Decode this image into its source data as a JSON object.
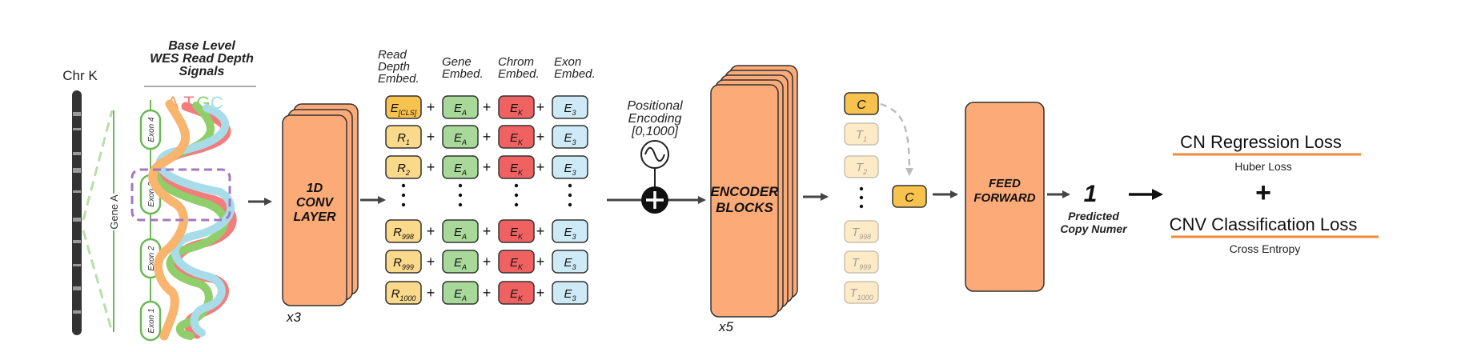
{
  "chromosome": {
    "label": "Chr K"
  },
  "gene": {
    "label": "Gene A"
  },
  "exons": [
    "Exon 4",
    "Exon 3",
    "Exon 2",
    "Exon 1"
  ],
  "wes_signals": {
    "title_lines": [
      "Base Level",
      "WES Read Depth",
      "Signals"
    ],
    "bases": [
      "A",
      "T",
      "G",
      "C"
    ],
    "base_colors": [
      "#f4a261",
      "#f47c7c",
      "#8fce6a",
      "#a8dce8"
    ]
  },
  "conv": {
    "label_lines": [
      "1D",
      "CONV",
      "LAYER"
    ],
    "repeat": "x3"
  },
  "embeddings": {
    "headers": [
      {
        "lines": [
          "Read",
          "Depth",
          "Embed."
        ]
      },
      {
        "lines": [
          "Gene",
          "Embed."
        ]
      },
      {
        "lines": [
          "Chrom",
          "Embed."
        ]
      },
      {
        "lines": [
          "Exon",
          "Embed."
        ]
      }
    ],
    "rows": [
      {
        "read": {
          "base": "E",
          "sub": "[CLS]"
        },
        "gene": {
          "base": "E",
          "sub": "A"
        },
        "chrom": {
          "base": "E",
          "sub": "K"
        },
        "exon": {
          "base": "E",
          "sub": "3"
        }
      },
      {
        "read": {
          "base": "R",
          "sub": "1"
        },
        "gene": {
          "base": "E",
          "sub": "A"
        },
        "chrom": {
          "base": "E",
          "sub": "K"
        },
        "exon": {
          "base": "E",
          "sub": "3"
        }
      },
      {
        "read": {
          "base": "R",
          "sub": "2"
        },
        "gene": {
          "base": "E",
          "sub": "A"
        },
        "chrom": {
          "base": "E",
          "sub": "K"
        },
        "exon": {
          "base": "E",
          "sub": "3"
        }
      },
      {
        "read": {
          "base": "R",
          "sub": "998"
        },
        "gene": {
          "base": "E",
          "sub": "A"
        },
        "chrom": {
          "base": "E",
          "sub": "K"
        },
        "exon": {
          "base": "E",
          "sub": "3"
        }
      },
      {
        "read": {
          "base": "R",
          "sub": "999"
        },
        "gene": {
          "base": "E",
          "sub": "A"
        },
        "chrom": {
          "base": "E",
          "sub": "K"
        },
        "exon": {
          "base": "E",
          "sub": "3"
        }
      },
      {
        "read": {
          "base": "R",
          "sub": "1000"
        },
        "gene": {
          "base": "E",
          "sub": "A"
        },
        "chrom": {
          "base": "E",
          "sub": "K"
        },
        "exon": {
          "base": "E",
          "sub": "3"
        }
      }
    ],
    "plus": "+"
  },
  "positional": {
    "label_lines": [
      "Positional",
      "Encoding",
      "[0,1000]"
    ]
  },
  "encoder": {
    "label_lines": [
      "ENCODER",
      "BLOCKS"
    ],
    "repeat": "x5"
  },
  "tokens": {
    "cls": "C",
    "outputs": [
      {
        "base": "T",
        "sub": "1"
      },
      {
        "base": "T",
        "sub": "2"
      },
      {
        "base": "T",
        "sub": "998"
      },
      {
        "base": "T",
        "sub": "999"
      },
      {
        "base": "T",
        "sub": "1000"
      }
    ],
    "selected": "C"
  },
  "ff": {
    "label_lines": [
      "FEED",
      "FORWARD"
    ]
  },
  "prediction": {
    "value": "1",
    "label_lines": [
      "Predicted",
      "Copy Numer"
    ]
  },
  "losses": {
    "regression": {
      "title": "CN Regression Loss",
      "sub": "Huber Loss"
    },
    "plus": "+",
    "classification": {
      "title": "CNV Classification Loss",
      "sub": "Cross Entropy"
    }
  },
  "colors": {
    "orange_block": "#fcab78",
    "yellow_token": "#fad98a",
    "cls_token": "#f8c24e",
    "gene_green": "#a8d89a",
    "chrom_red": "#f06262",
    "exon_blue": "#cdeaf6",
    "faded_token": "#fdebc8",
    "loss_underline": "#f2893a",
    "exon_outline": "#6cb857",
    "dashed_purple": "#a377c2"
  }
}
